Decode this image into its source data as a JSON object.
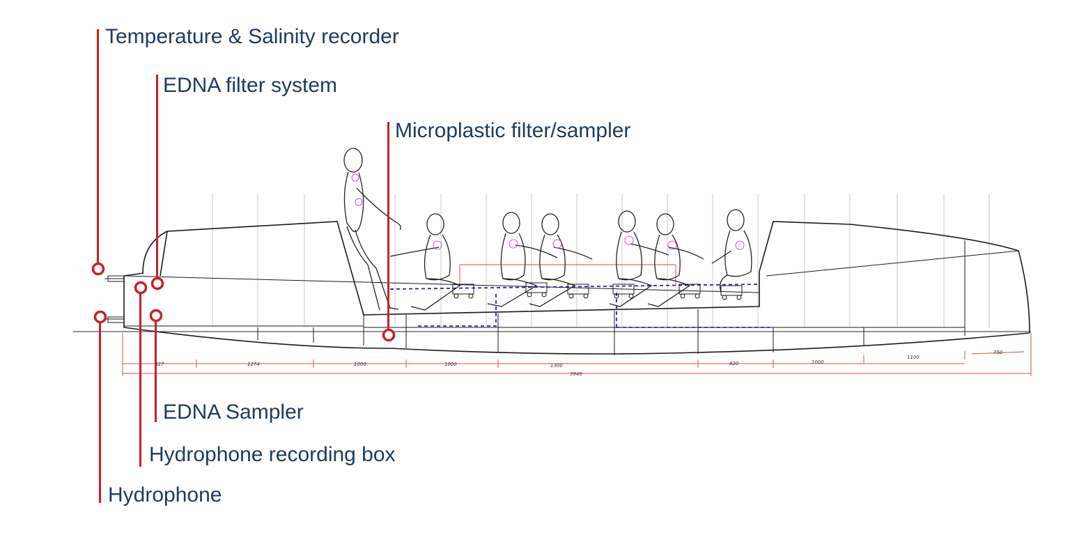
{
  "labels": {
    "temperature_salinity": "Temperature & Salinity recorder",
    "edna_filter": "EDNA filter system",
    "microplastic": "Microplastic filter/sampler",
    "edna_sampler": "EDNA Sampler",
    "hydrophone_box": "Hydrophone recording box",
    "hydrophone": "Hydrophone"
  },
  "dimensions": [
    "327",
    "1274",
    "1000",
    "1000",
    "1300",
    "820",
    "1000",
    "1100",
    "750",
    "3946"
  ],
  "colors": {
    "label_text": "#1e3a5f",
    "callout": "#c8202a",
    "drawing": "#1a1a1a",
    "dimension": "#d05050",
    "dashed": "#2222cc"
  }
}
